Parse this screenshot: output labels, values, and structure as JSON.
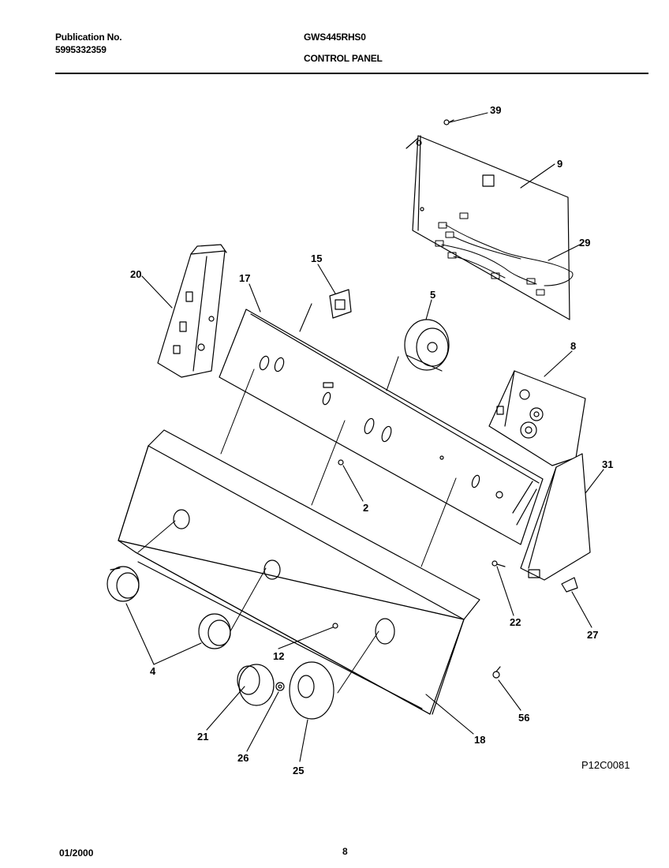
{
  "header": {
    "publication_label": "Publication No.",
    "publication_number": "5995332359",
    "model": "GWS445RHS0",
    "section_title": "CONTROL PANEL"
  },
  "diagram": {
    "figure_code": "P12C0081",
    "callouts": {
      "c2": "2",
      "c4": "4",
      "c5": "5",
      "c8": "8",
      "c9": "9",
      "c12": "12",
      "c15": "15",
      "c17": "17",
      "c18": "18",
      "c20": "20",
      "c21": "21",
      "c22": "22",
      "c25": "25",
      "c26": "26",
      "c27": "27",
      "c29": "29",
      "c31": "31",
      "c39": "39",
      "c56": "56"
    }
  },
  "footer": {
    "date": "01/2000",
    "page": "8"
  }
}
